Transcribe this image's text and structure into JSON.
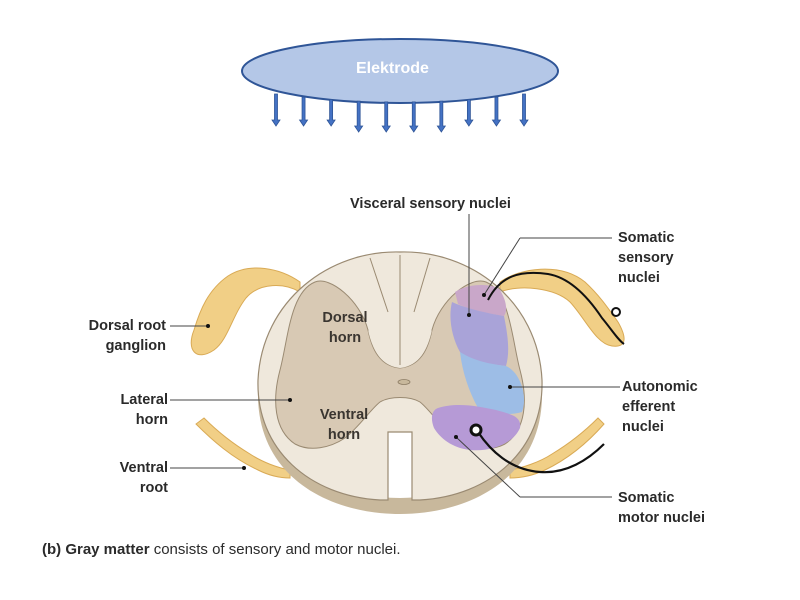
{
  "electrode": {
    "label": "Elektrode",
    "fill_color": "#b4c7e7",
    "stroke_color": "#2f5597",
    "arrow_count": 10
  },
  "labels": {
    "visceral_sensory": "Visceral sensory nuclei",
    "somatic_sensory": [
      "Somatic",
      "sensory",
      "nuclei"
    ],
    "dorsal_root_ganglion": [
      "Dorsal root",
      "ganglion"
    ],
    "lateral_horn": [
      "Lateral",
      "horn"
    ],
    "ventral_root": [
      "Ventral",
      "root"
    ],
    "autonomic_efferent": [
      "Autonomic",
      "efferent",
      "nuclei"
    ],
    "somatic_motor": [
      "Somatic",
      "motor nuclei"
    ],
    "dorsal_horn": [
      "Dorsal",
      "horn"
    ],
    "ventral_horn": [
      "Ventral",
      "horn"
    ]
  },
  "caption": {
    "prefix": "(b)",
    "bold": "Gray matter",
    "rest": "consists of sensory and motor nuclei."
  },
  "colors": {
    "white_matter": "#efe8dc",
    "gray_matter": "#d8c9b4",
    "root_yellow": "#f1cf86",
    "somatic_sensory": "#c9a7c9",
    "visceral_sensory": "#a9a3d8",
    "autonomic": "#9dbde6",
    "somatic_motor": "#b69ad6"
  }
}
